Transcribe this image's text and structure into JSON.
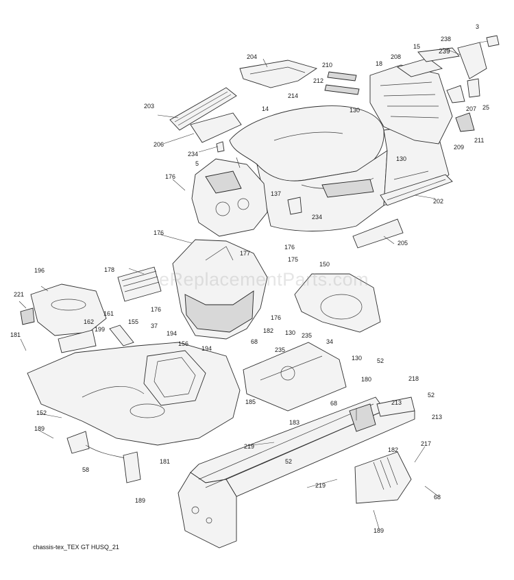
{
  "caption": "chassis-tex_TEX GT HUSQ_21",
  "watermark": "eReplacementParts.com",
  "callouts": [
    {
      "id": "c3",
      "text": "3"
    },
    {
      "id": "c238",
      "text": "238"
    },
    {
      "id": "c15",
      "text": "15"
    },
    {
      "id": "c239",
      "text": "239"
    },
    {
      "id": "c208",
      "text": "208"
    },
    {
      "id": "c18",
      "text": "18"
    },
    {
      "id": "c204",
      "text": "204"
    },
    {
      "id": "c210",
      "text": "210"
    },
    {
      "id": "c212",
      "text": "212"
    },
    {
      "id": "c214",
      "text": "214"
    },
    {
      "id": "c130a",
      "text": "130"
    },
    {
      "id": "c207",
      "text": "207"
    },
    {
      "id": "c25",
      "text": "25"
    },
    {
      "id": "c203",
      "text": "203"
    },
    {
      "id": "c14",
      "text": "14"
    },
    {
      "id": "c206",
      "text": "206"
    },
    {
      "id": "c234a",
      "text": "234"
    },
    {
      "id": "c130b",
      "text": "130"
    },
    {
      "id": "c209",
      "text": "209"
    },
    {
      "id": "c211",
      "text": "211"
    },
    {
      "id": "c5",
      "text": "5"
    },
    {
      "id": "c176a",
      "text": "176"
    },
    {
      "id": "c137",
      "text": "137"
    },
    {
      "id": "c234b",
      "text": "234"
    },
    {
      "id": "c202",
      "text": "202"
    },
    {
      "id": "c205",
      "text": "205"
    },
    {
      "id": "c176b",
      "text": "176"
    },
    {
      "id": "c176c",
      "text": "176"
    },
    {
      "id": "c177",
      "text": "177"
    },
    {
      "id": "c175",
      "text": "175"
    },
    {
      "id": "c178",
      "text": "178"
    },
    {
      "id": "c150",
      "text": "150"
    },
    {
      "id": "c196",
      "text": "196"
    },
    {
      "id": "c221",
      "text": "221"
    },
    {
      "id": "c176d",
      "text": "176"
    },
    {
      "id": "c176e",
      "text": "176"
    },
    {
      "id": "c162",
      "text": "162"
    },
    {
      "id": "c161",
      "text": "161"
    },
    {
      "id": "c155",
      "text": "155"
    },
    {
      "id": "c37",
      "text": "37"
    },
    {
      "id": "c182",
      "text": "182"
    },
    {
      "id": "c130c",
      "text": "130"
    },
    {
      "id": "c235a",
      "text": "235"
    },
    {
      "id": "c199",
      "text": "199"
    },
    {
      "id": "c181a",
      "text": "181"
    },
    {
      "id": "c194a",
      "text": "194"
    },
    {
      "id": "c156",
      "text": "156"
    },
    {
      "id": "c68a",
      "text": "68"
    },
    {
      "id": "c34",
      "text": "34"
    },
    {
      "id": "c194b",
      "text": "194"
    },
    {
      "id": "c235b",
      "text": "235"
    },
    {
      "id": "c130d",
      "text": "130"
    },
    {
      "id": "c52a",
      "text": "52"
    },
    {
      "id": "c218",
      "text": "218"
    },
    {
      "id": "c180",
      "text": "180"
    },
    {
      "id": "c52b",
      "text": "52"
    },
    {
      "id": "c213a",
      "text": "213"
    },
    {
      "id": "c68b",
      "text": "68"
    },
    {
      "id": "c185",
      "text": "185"
    },
    {
      "id": "c213b",
      "text": "213"
    },
    {
      "id": "c152",
      "text": "152"
    },
    {
      "id": "c183",
      "text": "183"
    },
    {
      "id": "c189a",
      "text": "189"
    },
    {
      "id": "c219a",
      "text": "219"
    },
    {
      "id": "c217",
      "text": "217"
    },
    {
      "id": "c182b",
      "text": "182"
    },
    {
      "id": "c52c",
      "text": "52"
    },
    {
      "id": "c181b",
      "text": "181"
    },
    {
      "id": "c58",
      "text": "58"
    },
    {
      "id": "c219b",
      "text": "219"
    },
    {
      "id": "c68c",
      "text": "68"
    },
    {
      "id": "c189b",
      "text": "189"
    },
    {
      "id": "c189c",
      "text": "189"
    }
  ]
}
